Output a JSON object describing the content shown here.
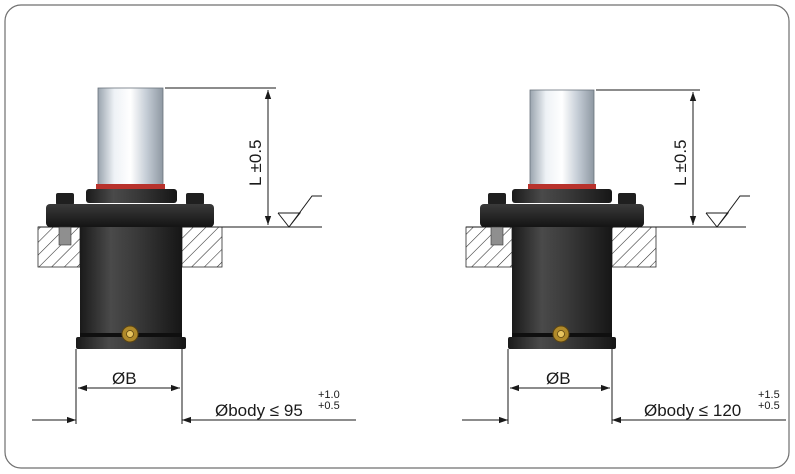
{
  "drawings": [
    {
      "length_label": "L ±0.5",
      "bore_label": "ØB",
      "body_label": "Øbody ≤ 95",
      "tol_upper": "+1.0",
      "tol_lower": "+0.5"
    },
    {
      "length_label": "L ±0.5",
      "bore_label": "ØB",
      "body_label": "Øbody ≤ 120",
      "tol_upper": "+1.5",
      "tol_lower": "+0.5"
    }
  ],
  "colors": {
    "body": "#2b2b2b",
    "flange": "#1e1e1e",
    "rod": "#c9d2dc",
    "seal": "#b8322c",
    "fitting": "#b08a2a",
    "hatch": "#2a2a2a",
    "frame": "#6f6f6f"
  }
}
